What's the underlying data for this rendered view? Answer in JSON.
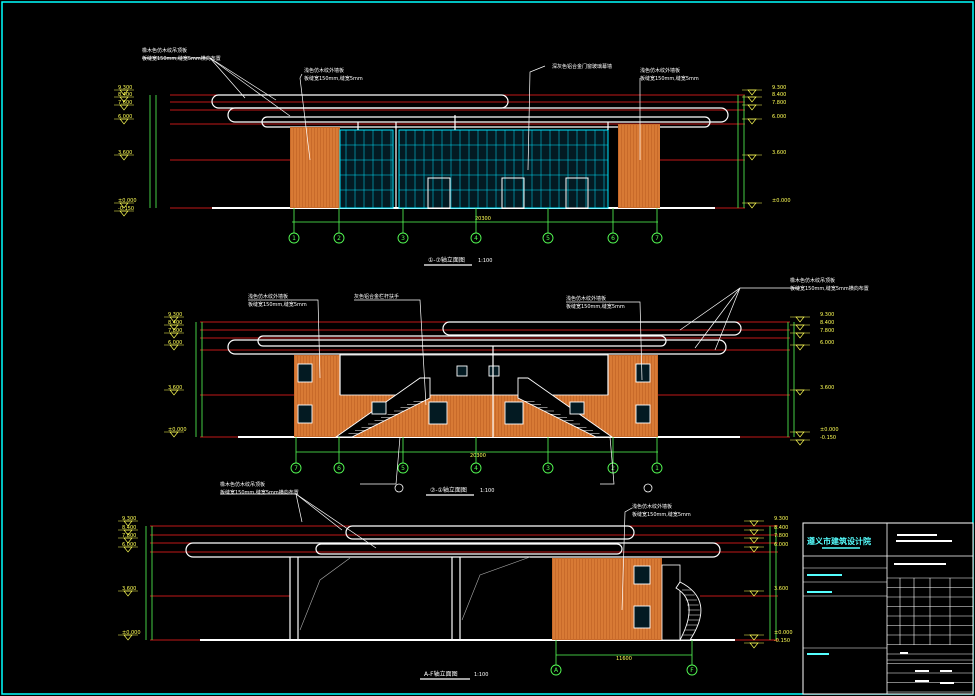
{
  "colors": {
    "background": "#000000",
    "frame": "#00ffff",
    "level_line": "#ff2020",
    "facade_wood": "#c86a2a",
    "wood_stripe": "#ffa050",
    "glass_grid": "#00e5ff",
    "outline": "#ffffff",
    "dimension": "#55ff55",
    "elevation_mark": "#ffff55"
  },
  "elevation1": {
    "title": "①-⑦轴立面图",
    "scale": "1:100",
    "note_wood_left": "浅色仿木纹外墙板",
    "note_wood_left_sub": "板缝宽150mm,缝宽5mm",
    "note_wood_right": "浅色仿木纹外墙板",
    "note_wood_right_sub": "板缝宽150mm,缝宽5mm",
    "note_glass": "深灰色铝合金门窗玻璃幕墙",
    "total_dim": "20300",
    "axis_labels": [
      "1",
      "2",
      "3",
      "4",
      "5",
      "6",
      "7"
    ],
    "levels_left": [
      "9.300",
      "8.400",
      "7.600",
      "6.000",
      "3.600",
      "±0.000",
      "-0.150"
    ],
    "levels_right": [
      "9.300",
      "8.400",
      "7.800",
      "6.000",
      "3.600",
      "±0.000"
    ]
  },
  "elevation2": {
    "title": "⑦-①轴立面图",
    "scale": "1:100",
    "note_wood_left": "浅色仿木纹外墙板",
    "note_wood_left_sub": "板缝宽150mm,缝宽5mm",
    "note_wood_right": "浅色仿木纹外墙板",
    "note_wood_right_sub": "板缝宽150mm,缝宽5mm",
    "note_steel": "灰色铝合金栏杆扶手",
    "total_dim": "20300",
    "axis_labels": [
      "7",
      "6",
      "5",
      "4",
      "3",
      "2",
      "1"
    ],
    "levels_left": [
      "9.300",
      "8.400",
      "7.800",
      "6.000",
      "3.600",
      "±0.000"
    ],
    "levels_right": [
      "9.300",
      "8.400",
      "7.800",
      "6.000",
      "3.600",
      "±0.000",
      "-0.150"
    ]
  },
  "elevation3": {
    "title": "A-F轴立面图",
    "scale": "1:100",
    "note_wood": "浅色仿木纹外墙板",
    "note_wood_sub": "板缝宽150mm,缝宽5mm",
    "total_dim": "11600",
    "axis_labels": [
      "A",
      "F"
    ],
    "levels_left": [
      "9.300",
      "8.400",
      "7.800",
      "6.000",
      "3.600",
      "±0.000"
    ],
    "levels_right": [
      "9.300",
      "8.400",
      "7.800",
      "6.000",
      "3.600",
      "±0.000",
      "-0.150"
    ]
  },
  "title_block": {
    "company": "遵义市建筑设计院"
  }
}
